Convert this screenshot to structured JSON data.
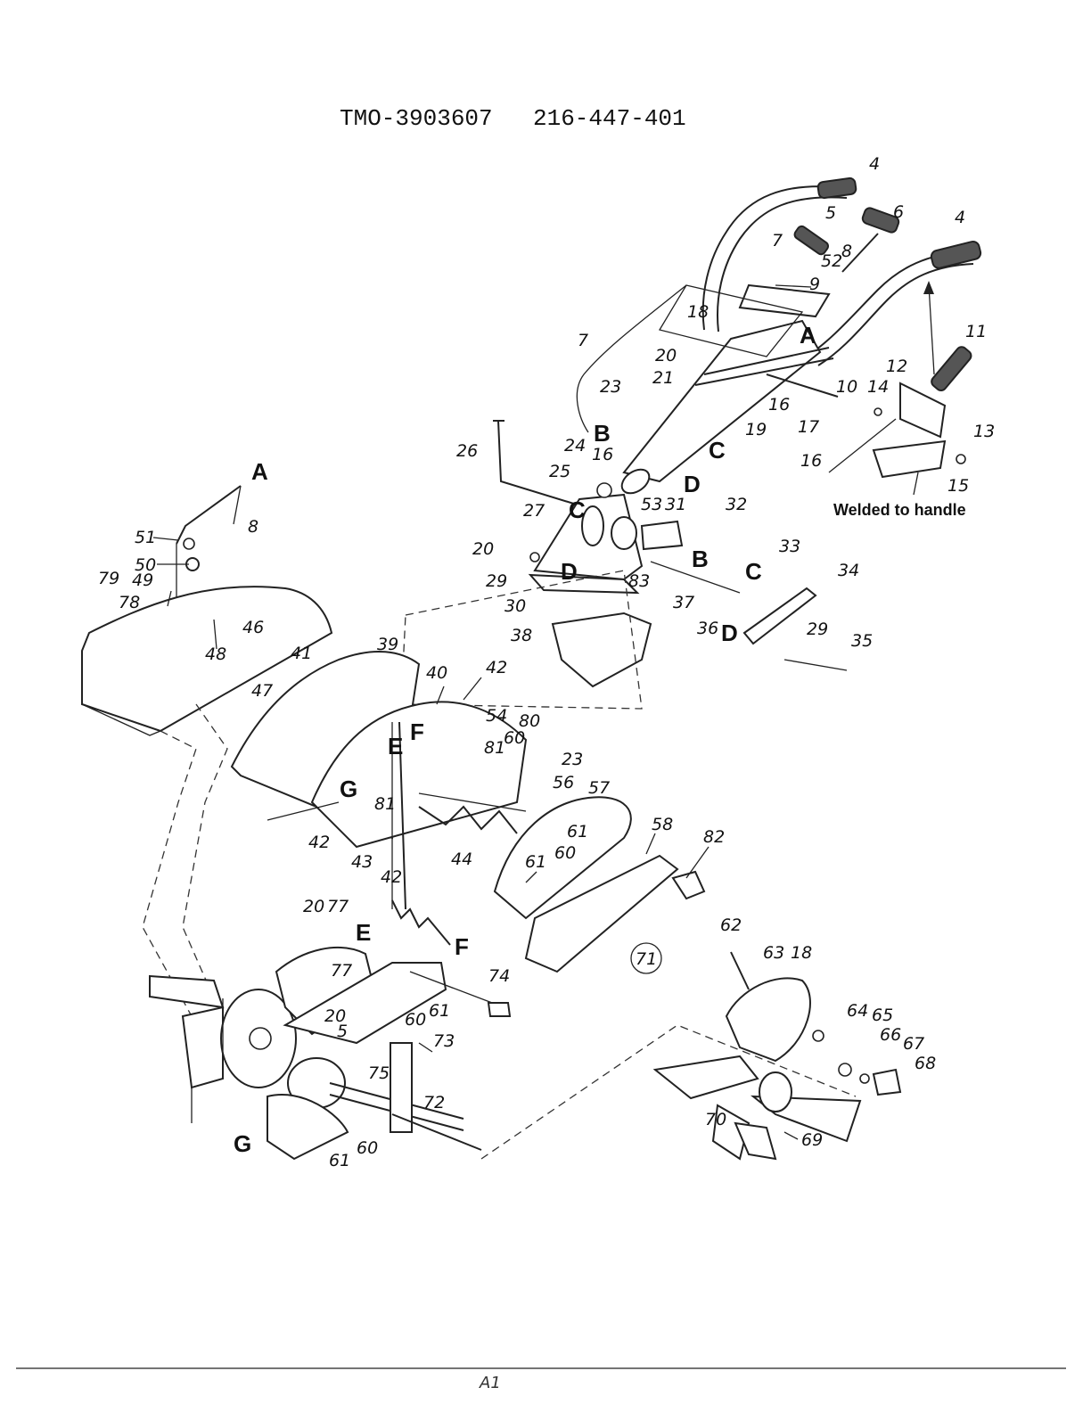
{
  "header": {
    "model_code": "TMO-3903607",
    "part_code": "216-447-401"
  },
  "note": {
    "welded_to_handle": "Welded to handle"
  },
  "page_mark": "A1",
  "reference_letters": [
    "A",
    "B",
    "C",
    "D",
    "E",
    "F",
    "G"
  ],
  "callouts": {
    "n4a": "4",
    "n4b": "4",
    "n5a": "5",
    "n6": "6",
    "n7a": "7",
    "n8a": "8",
    "n52a": "52",
    "n9": "9",
    "n7b": "7",
    "n18a": "18",
    "n20a": "20",
    "n21": "21",
    "n23a": "23",
    "n16a": "16",
    "n19": "19",
    "n10": "10",
    "n17": "17",
    "n11": "11",
    "n12": "12",
    "n14": "14",
    "n13": "13",
    "n16b": "16",
    "n15": "15",
    "n26": "26",
    "n24": "24",
    "n16c": "16",
    "n25": "25",
    "n53": "53",
    "n31": "31",
    "n32": "32",
    "n27": "27",
    "n20b": "20",
    "n29a": "29",
    "n30": "30",
    "n83": "83",
    "n33": "33",
    "n34": "34",
    "n37": "37",
    "n38": "38",
    "n36": "36",
    "n29b": "29",
    "n35": "35",
    "n8b": "8",
    "n51": "51",
    "n50": "50",
    "n79": "79",
    "n49": "49",
    "n78": "78",
    "n48": "48",
    "n46": "46",
    "n47": "47",
    "n41": "41",
    "n39": "39",
    "n40": "40",
    "n42a": "42",
    "n54": "54",
    "n80": "80",
    "n60a": "60",
    "n81a": "81",
    "n23b": "23",
    "n56": "56",
    "n57": "57",
    "n81b": "81",
    "n42b": "42",
    "n43": "43",
    "n42c": "42",
    "n44": "44",
    "n61a": "61",
    "n60b": "60",
    "n61b": "61",
    "n58": "58",
    "n82": "82",
    "n71": "71",
    "n62": "62",
    "n63": "63",
    "n18b": "18",
    "n64": "64",
    "n65": "65",
    "n66": "66",
    "n67": "67",
    "n68": "68",
    "n70": "70",
    "n69": "69",
    "n20c": "20",
    "n77a": "77",
    "n77b": "77",
    "n20d": "20",
    "n5b": "5",
    "n60c": "60",
    "n61c": "61",
    "n74": "74",
    "n73": "73",
    "n75": "75",
    "n72": "72",
    "n61d": "61",
    "n60d": "60"
  }
}
